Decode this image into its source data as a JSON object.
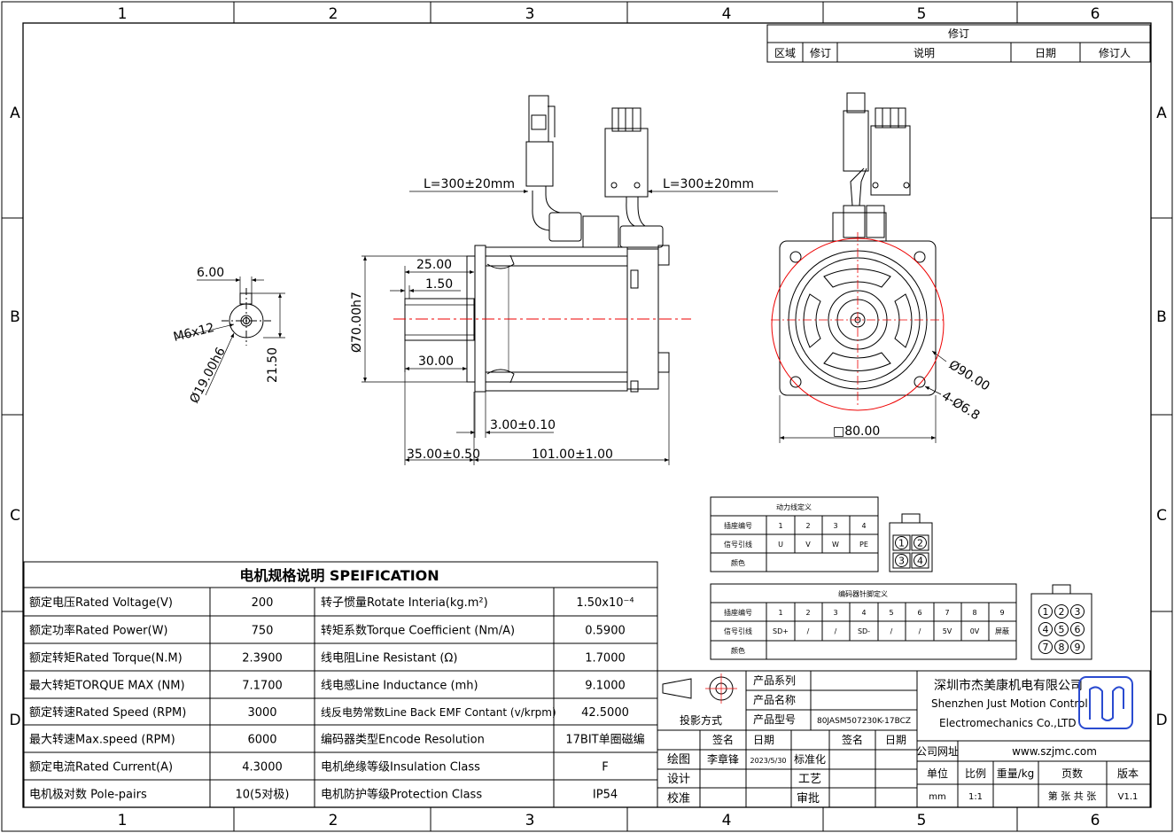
{
  "border": {
    "columns": [
      "1",
      "2",
      "3",
      "4",
      "5",
      "6"
    ],
    "rows": [
      "A",
      "B",
      "C",
      "D"
    ]
  },
  "revision": {
    "title": "修订",
    "headers": [
      "区域",
      "修订",
      "说明",
      "日期",
      "修订人"
    ]
  },
  "dims": {
    "cable_left": "L=300±20mm",
    "cable_right": "L=300±20mm",
    "key_width": "6.00",
    "thread": "M6x12",
    "shaft_dia": "Ø19.00h6",
    "key_height": "21.50",
    "shaft_len": "25.00",
    "key_offset": "1.50",
    "key_len": "30.00",
    "pilot_dia": "Ø70.00h7",
    "flange_thk": "3.00±0.10",
    "shaft_ext": "35.00±0.50",
    "body_len": "101.00±1.00",
    "pcd": "Ø90.00",
    "holes": "4-Ø6.8",
    "square": "□80.00"
  },
  "power_table": {
    "title": "动力线定义",
    "row1_label": "插座编号",
    "row1": [
      "1",
      "2",
      "3",
      "4"
    ],
    "row2_label": "信号引线",
    "row2": [
      "U",
      "V",
      "W",
      "PE"
    ],
    "row3_label": "颜色",
    "pins": [
      "1",
      "2",
      "3",
      "4"
    ]
  },
  "encoder_table": {
    "title": "编码器针脚定义",
    "row1_label": "插座编号",
    "row1": [
      "1",
      "2",
      "3",
      "4",
      "5",
      "6",
      "7",
      "8",
      "9"
    ],
    "row2_label": "信号引线",
    "row2": [
      "SD+",
      "/",
      "/",
      "SD-",
      "/",
      "/",
      "5V",
      "0V",
      "屏蔽"
    ],
    "row3_label": "颜色",
    "pins": [
      "1",
      "2",
      "3",
      "4",
      "5",
      "6",
      "7",
      "8",
      "9"
    ]
  },
  "spec": {
    "title": "电机规格说明 SPEIFICATION",
    "rows": [
      {
        "l": "额定电压Rated Voltage(V)",
        "lv": "200",
        "r": "转子惯量Rotate Interia(kg.m²)",
        "rv": "1.50x10⁻⁴"
      },
      {
        "l": "额定功率Rated Power(W)",
        "lv": "750",
        "r": "转矩系数Torque Coefficient (Nm/A)",
        "rv": "0.5900"
      },
      {
        "l": "额定转矩Rated Torque(N.M)",
        "lv": "2.3900",
        "r": "线电阻Line Resistant (Ω)",
        "rv": "1.7000"
      },
      {
        "l": "最大转矩TORQUE MAX (NM)",
        "lv": "7.1700",
        "r": "线电感Line Inductance (mh)",
        "rv": "9.1000"
      },
      {
        "l": "额定转速Rated Speed (RPM)",
        "lv": "3000",
        "r": "线反电势常数Line Back EMF Contant (v/krpm)",
        "rv": "42.5000"
      },
      {
        "l": "最大转速Max.speed (RPM)",
        "lv": "6000",
        "r": "编码器类型Encode Resolution",
        "rv": "17BIT单圈磁编"
      },
      {
        "l": "额定电流Rated Current(A)",
        "lv": "4.3000",
        "r": "电机绝缘等级Insulation Class",
        "rv": "F"
      },
      {
        "l": "电机极对数 Pole-pairs",
        "lv": "10(5对极)",
        "r": "电机防护等级Protection Class",
        "rv": "IP54"
      }
    ]
  },
  "titleblock": {
    "series": "产品系列",
    "name": "产品名称",
    "projection": "投影方式",
    "model_label": "产品型号",
    "model": "80JASM507230K-17BCZ",
    "sign": "签名",
    "date": "日期",
    "sign2": "签名",
    "date2": "日期",
    "draw": "绘图",
    "drawer": "李章锋",
    "draw_date": "2023/5/30",
    "standard": "标准化",
    "design": "设计",
    "process": "工艺",
    "check": "校准",
    "approve": "审批",
    "company_cn": "深圳市杰美康机电有限公司",
    "company_en1": "Shenzhen Just Motion Control",
    "company_en2": "Electromechanics Co.,LTD",
    "website_label": "公司网址",
    "website": "www.szjmc.com",
    "unit_label": "单位",
    "scale_label": "比例",
    "weight_label": "重量/kg",
    "pages_label": "页数",
    "version_label": "版本",
    "unit": "mm",
    "scale": "1:1",
    "pages": "第 张 共 张",
    "version": "V1.1"
  }
}
